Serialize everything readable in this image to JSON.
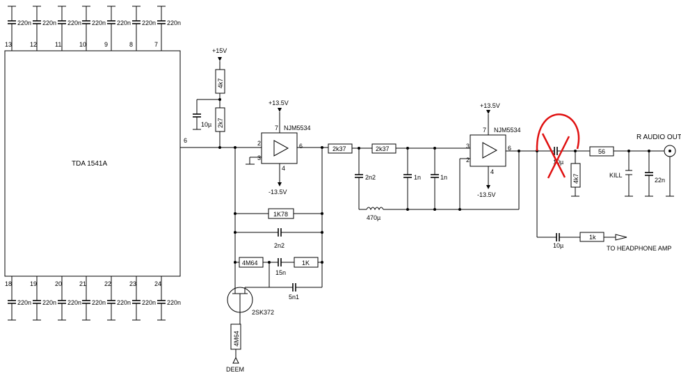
{
  "ic": {
    "name": "TDA 1541A"
  },
  "top_pins": [
    "13",
    "12",
    "11",
    "10",
    "9",
    "8",
    "7"
  ],
  "bottom_pins": [
    "18",
    "19",
    "20",
    "21",
    "22",
    "23",
    "24"
  ],
  "decoupling_cap": "220n",
  "out_pin": "6",
  "supply": {
    "plus15": "+15V",
    "plus13": "+13.5V",
    "minus13": "-13.5V"
  },
  "opamp1": {
    "name": "NJM5534",
    "pin_in_pos": "3",
    "pin_in_neg": "2",
    "pin_out": "6",
    "pin_vplus": "7",
    "pin_vminus": "4"
  },
  "opamp2": {
    "name": "NJM5534",
    "pin_in_pos": "3",
    "pin_in_neg": "2",
    "pin_out": "6",
    "pin_vplus": "7",
    "pin_vminus": "4"
  },
  "components": {
    "r_4k7_top": "4k7",
    "r_2k7": "2k7",
    "c_10u_supply": "10µ",
    "r_1k78": "1K78",
    "c_2n2_fb": "2n2",
    "r_4m64_fb": "4M64",
    "c_15n": "15n",
    "r_1k_fb": "1K",
    "c_5n1": "5n1",
    "fet": "2SK372",
    "r_4m64_gate": "4M64",
    "deem": "DEEM",
    "r_2k37_a": "2k37",
    "r_2k37_b": "2k37",
    "c_2n2_filter": "2n2",
    "c_1n_a": "1n",
    "c_1n_b": "1n",
    "l_470u": "470µ",
    "c_out": "10µ",
    "r_4k7_out": "4k7",
    "r_56": "56",
    "kill": "KILL",
    "c_22n": "22n",
    "r_audio_out": "R AUDIO OUT",
    "c_10u_hp": "10µ",
    "r_1k_hp": "1k",
    "to_headphone": "TO HEADPHONE AMP"
  },
  "colors": {
    "wire": "#000000",
    "strike": "#e01010",
    "background": "#ffffff"
  }
}
